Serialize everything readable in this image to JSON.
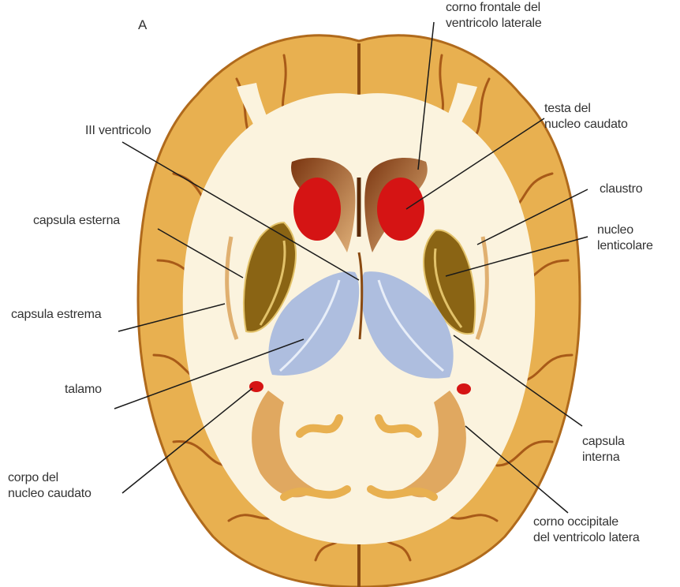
{
  "panel_letter": "A",
  "labels": {
    "corno_frontale": [
      "corno frontale del",
      "ventricolo laterale"
    ],
    "testa_caudato": [
      "testa del",
      "nucleo caudato"
    ],
    "iii_ventricolo": [
      "III ventricolo"
    ],
    "claustro": [
      "claustro"
    ],
    "capsula_esterna": [
      "capsula esterna"
    ],
    "nucleo_lenticolare": [
      "nucleo",
      "lenticolare"
    ],
    "capsula_estrema": [
      "capsula estrema"
    ],
    "talamo": [
      "talamo"
    ],
    "capsula_interna": [
      "capsula",
      "interna"
    ],
    "corpo_caudato": [
      "corpo del",
      "nucleo caudato"
    ],
    "corno_occipitale": [
      "corno occipitale",
      "del ventricolo latera"
    ]
  },
  "colors": {
    "cortex": "#e8b050",
    "white_matter": "#fbf3de",
    "ventricle": "#a3521e",
    "caudate": "#d51414",
    "lenticular": "#8a6414",
    "thalamus": "#aebedf",
    "leader_line": "#1a1a1a"
  }
}
